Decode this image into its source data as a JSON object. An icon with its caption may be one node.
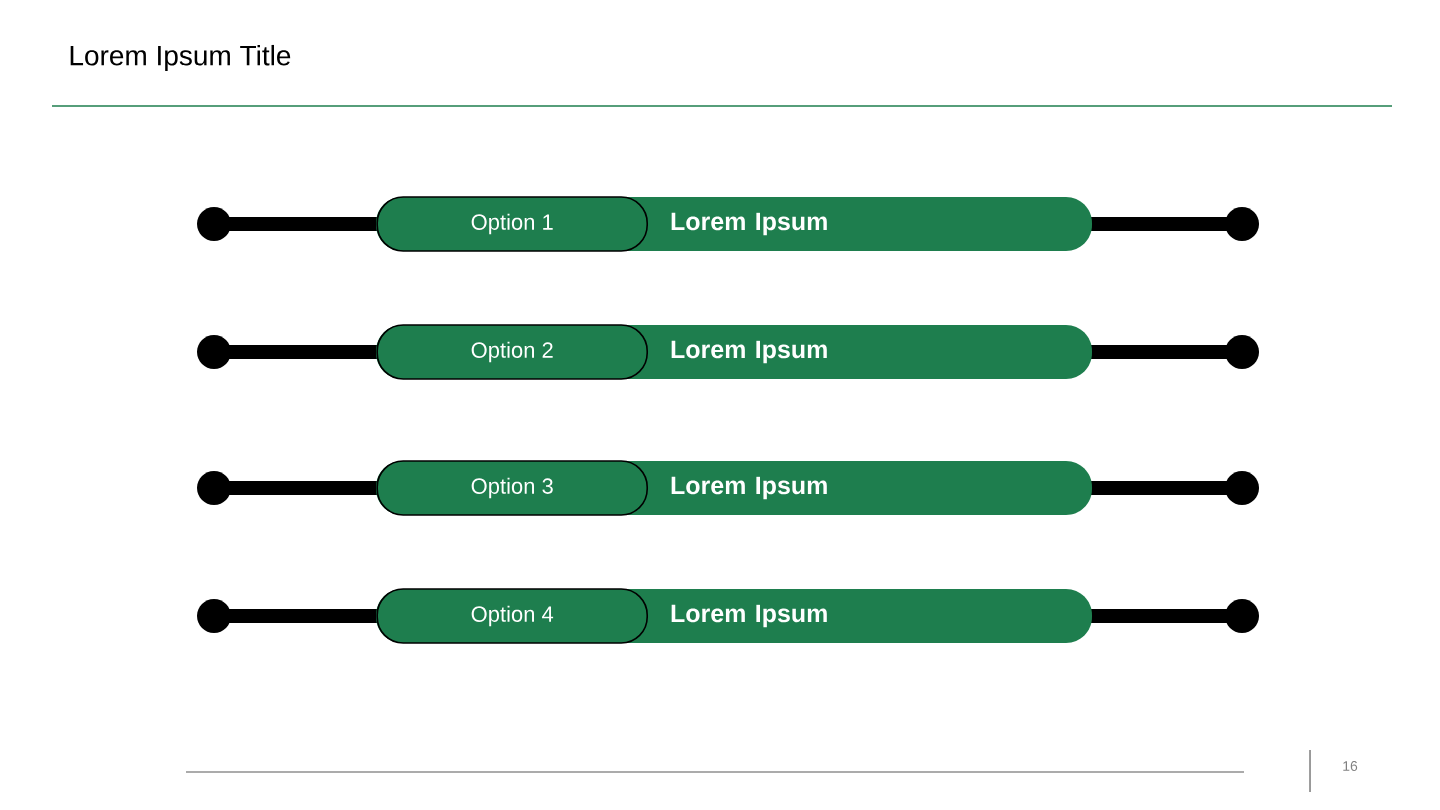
{
  "diagram": {
    "title": "Lorem Ipsum Title",
    "nodes": [
      {
        "text": [
          "Lorem Ipsum"
        ]
      },
      {
        "text": [
          "Option 1"
        ],
        "in": 0
      },
      {
        "text": [
          "Lorem Ipsum"
        ]
      },
      {
        "text": [
          "Option 2"
        ],
        "in": 2
      },
      {
        "text": [
          "Lorem Ipsum"
        ]
      },
      {
        "text": [
          "Option 3"
        ],
        "in": 4
      },
      {
        "text": [
          "Lorem Ipsum"
        ]
      },
      {
        "text": [
          "Option 4"
        ],
        "in": 6
      }
    ],
    "labels": [
      "16"
    ]
  }
}
